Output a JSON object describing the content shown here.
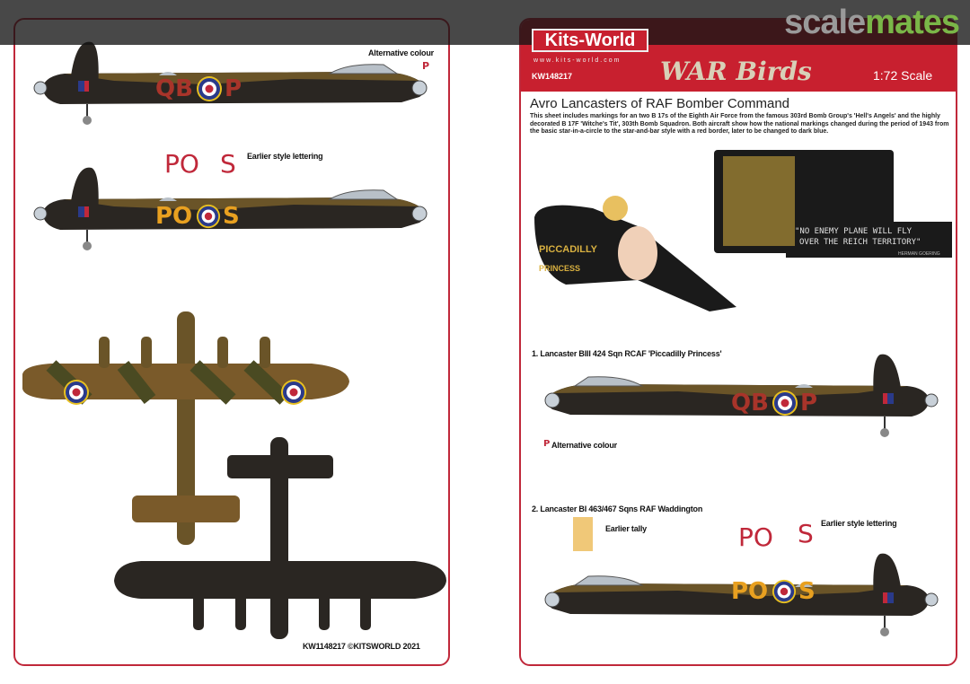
{
  "watermark": {
    "part1": "scale",
    "part2": "mates"
  },
  "left": {
    "alt_colour": "Alternative colour",
    "alt_letter": "P",
    "plane1_codes": {
      "a": "QB",
      "b": "P"
    },
    "earlier_lettering": "Earlier style lettering",
    "earlier_codes": {
      "a": "PO",
      "b": "S"
    },
    "plane2_codes": {
      "a": "PO",
      "b": "S"
    },
    "footer": "KW1148217  ©KITSWORLD 2021"
  },
  "right": {
    "brand": "Kits-World",
    "brand_url": "www.kits-world.com",
    "product_code": "KW148217",
    "series_logo": "WAR Birds",
    "scale": "1:72 Scale",
    "title": "Avro Lancasters of RAF Bomber Command",
    "description": "This sheet includes markings for an two B 17s of the Eighth Air Force from the famous 303rd Bomb Group's 'Hell's Angels' and the highly decorated B 17F 'Witche's Tit', 303th Bomb Squadron. Both aircraft show how the national markings changed during the period of 1943 from the basic star-in-a-circle to the star-and-bar style with a red border, later to be changed to dark blue.",
    "nose_art": {
      "name1": "PICCADILLY",
      "name2": "PRINCESS",
      "quote1": "\"NO ENEMY PLANE WILL FLY",
      "quote2": "OVER THE REICH TERRITORY\"",
      "quote_author": "HERMAN GOERING"
    },
    "aircraft": [
      {
        "label": "1.  Lancaster BIII 424 Sqn RCAF 'Piccadilly Princess'",
        "codes": {
          "a": "QB",
          "b": "P"
        },
        "note": "Alternative colour",
        "note_letter": "P"
      },
      {
        "label": "2.  Lancaster BI 463/467 Sqns RAF Waddington",
        "codes": {
          "a": "PO",
          "b": "S"
        },
        "earlier_tally": "Earlier tally",
        "earlier_lettering": "Earlier style lettering",
        "earlier_codes": {
          "a": "PO",
          "b": "S"
        }
      }
    ]
  },
  "colors": {
    "border": "#c0283a",
    "header": "#c8202f",
    "fuselage": "#2a2622",
    "camo_brown": "#7a5a2a",
    "camo_green": "#4a4a22",
    "code_red": "#a8342a",
    "code_yellow": "#e8a020",
    "roundel_blue": "#2a3a8a"
  }
}
